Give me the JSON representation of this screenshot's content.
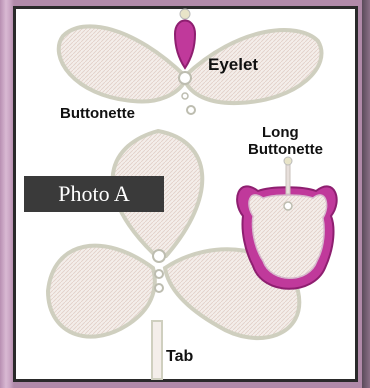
{
  "photo_label": "Photo A",
  "labels": {
    "eyelet": "Eyelet",
    "buttonette": "Buttonette",
    "long_buttonette_line1": "Long",
    "long_buttonette_line2": "Buttonette",
    "tab": "Tab"
  },
  "colors": {
    "frame": "#2a2a2a",
    "petal_fill": "#f3ece8",
    "petal_stitch": "#d9c3bd",
    "petal_edge": "#c9c9b8",
    "accent_pink": "#c0399b",
    "photo_label_bg": "#3a3a3a"
  }
}
